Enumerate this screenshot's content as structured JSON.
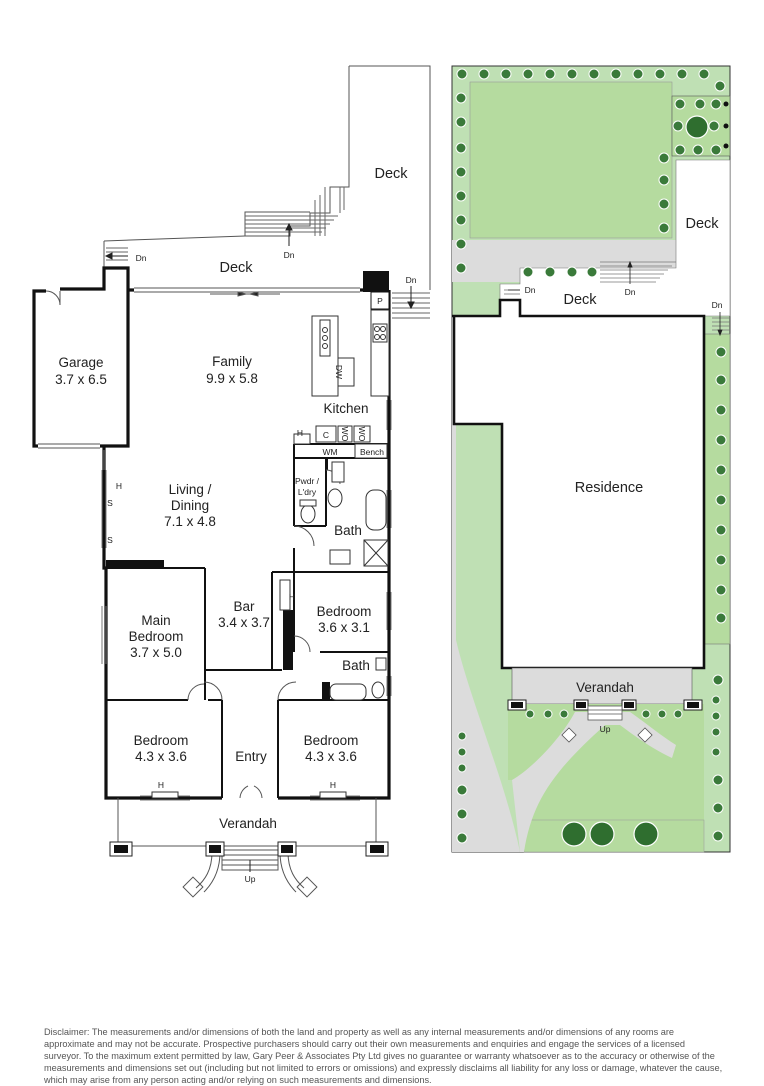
{
  "floor_plan": {
    "rooms": {
      "garage": {
        "name": "Garage",
        "size": "3.7 x 6.5"
      },
      "family": {
        "name": "Family",
        "size": "9.9 x 5.8"
      },
      "kitchen": {
        "name": "Kitchen"
      },
      "living": {
        "name1": "Living /",
        "name2": "Dining",
        "size": "7.1 x 4.8"
      },
      "main_bedroom": {
        "name1": "Main",
        "name2": "Bedroom",
        "size": "3.7 x 5.0"
      },
      "bar": {
        "name": "Bar",
        "size": "3.4 x 3.7"
      },
      "bedroom_right": {
        "name": "Bedroom",
        "size": "3.6 x 3.1"
      },
      "bedroom_front_left": {
        "name": "Bedroom",
        "size": "4.3 x 3.6"
      },
      "bedroom_front_right": {
        "name": "Bedroom",
        "size": "4.3 x 3.6"
      },
      "entry": {
        "name": "Entry"
      },
      "bath": {
        "name": "Bath"
      },
      "bath2": {
        "name": "Bath"
      },
      "pwdr": {
        "name1": "Pwdr /",
        "name2": "L'dry"
      }
    },
    "deck": "Deck",
    "verandah": "Verandah",
    "labels": {
      "dn": "Dn",
      "up": "Up",
      "p": "P",
      "dw": "DW",
      "h": "H",
      "s": "S",
      "c": "C",
      "wo": "WO",
      "wm": "WM",
      "bench": "Bench"
    }
  },
  "site_plan": {
    "residence": "Residence",
    "deck": "Deck",
    "verandah": "Verandah",
    "dn": "Dn",
    "up": "Up"
  },
  "disclaimer": "Disclaimer: The measurements and/or dimensions of both the land and property as well as any internal measurements and/or dimensions of any rooms are approximate and may not be accurate. Prospective purchasers should carry out their own measurements and enquiries and engage the services of a licensed surveyor. To the maximum extent permitted by law, Gary Peer & Associates Pty Ltd gives no guarantee or warranty whatsoever as to the accuracy or otherwise of the measurements and dimensions set out (including but not limited to errors or omissions) and expressly disclaims all liability for any loss or damage, whatever the cause, which may arise from any person acting and/or relying on such measurements and dimensions."
}
